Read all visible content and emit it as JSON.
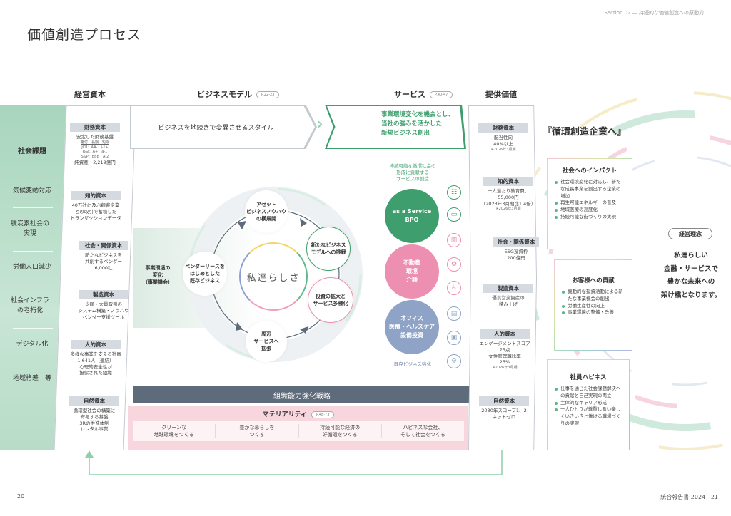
{
  "header": {
    "title": "価値創造プロセス",
    "section": "Section 02 ― 持続的な価値創造への原動力"
  },
  "columns": {
    "capital": "経営資本",
    "business_model": "ビジネスモデル",
    "business_model_page": "P.22-23",
    "service": "サービス",
    "service_page": "P.40-47",
    "value": "提供価値"
  },
  "issues": {
    "heading": "社会課題",
    "items": [
      "気候変動対応",
      "脱炭素社会の実現",
      "労働人口減少",
      "社会インフラの老朽化",
      "デジタル化",
      "地域格差　等"
    ]
  },
  "capitals": [
    {
      "label": "財務資本",
      "lines": [
        "安定した財務基盤"
      ],
      "rating_head": "格付：長期　短期",
      "ratings": [
        "JCR：AA-　J-1+",
        "R&I：A+　a-1",
        "S&P：BBB　A-2"
      ],
      "extra": "純資産　2,219億円"
    },
    {
      "label": "知的資本",
      "lines": [
        "40万社に及ぶ顧客企業",
        "との取引で蓄積した",
        "トランザクションデータ"
      ]
    },
    {
      "label": "社会・関係資本",
      "lines": [
        "新たなビジネスを",
        "共創するベンダー",
        "6,000社"
      ]
    },
    {
      "label": "製造資本",
      "lines": [
        "少額・大量取引の",
        "システム構築・ノウハウ",
        "ベンダー支援ツール"
      ]
    },
    {
      "label": "人的資本",
      "lines": [
        "多様な事業を支える社員",
        "1,641人（連結）",
        "心理的安全性が",
        "担保された組織"
      ]
    },
    {
      "label": "自然資本",
      "lines": [
        "循環型社会の構築に",
        "寄与する基盤",
        "3Rの推進体制",
        "レンタル事業"
      ]
    }
  ],
  "business_model": {
    "arrow_text": "ビジネスを地続きで変異させるスタイル",
    "change_label": [
      "事業環境の",
      "変化",
      "（事業機会）"
    ],
    "center": "私達らしさ",
    "nodes": {
      "top": [
        "アセット",
        "ビジネスノウハウ",
        "の横展開"
      ],
      "right_top": [
        "新たなビジネス",
        "モデルへの挑戦"
      ],
      "right_bottom": [
        "投資の拡大と",
        "サービス多様化"
      ],
      "bottom": [
        "周辺",
        "サービスへ",
        "拡張"
      ],
      "left": [
        "ベンダーリースを",
        "はじめとした",
        "既存ビジネス"
      ]
    }
  },
  "service": {
    "arrow_text": [
      "事業環境変化を機会とし、",
      "当社の強みを活かした",
      "新規ビジネス創出"
    ],
    "intro": [
      "持続可能な循環社会の",
      "形成に貢献する",
      "サービスの創造"
    ],
    "circles": [
      {
        "lines": [
          "as a Service",
          "BPO"
        ],
        "color": "#3f9e6e"
      },
      {
        "lines": [
          "不動産",
          "環境",
          "介護"
        ],
        "color": "#ec8fb0"
      },
      {
        "lines": [
          "オフィス",
          "医療・ヘルスケア",
          "設備投資"
        ],
        "color": "#8fa3c6"
      }
    ],
    "footer": "既存ビジネス強化",
    "icons": [
      "team-icon",
      "monitor-icon",
      "building-icon",
      "hands-plant-icon",
      "wheelchair-icon",
      "office-icon",
      "medical-chart-icon",
      "robot-arm-icon"
    ]
  },
  "values": [
    {
      "label": "財務資本",
      "lines": [
        "配当性向",
        "40%以上"
      ],
      "note": "※2026年3月期"
    },
    {
      "label": "知的資本",
      "lines": [
        "一人当たり教育費：",
        "55,000円",
        "（2023年3月期比1.4倍）"
      ],
      "note": "※2026年3月期"
    },
    {
      "label": "社会・関係資本",
      "lines": [
        "ESG投資枠",
        "200億円"
      ]
    },
    {
      "label": "製造資本",
      "lines": [
        "優良営業資産の",
        "積み上げ"
      ]
    },
    {
      "label": "人的資本",
      "lines": [
        "エンゲージメントスコア",
        "75点",
        "女性管理職比率",
        "25%"
      ],
      "note": "※2026年3月期"
    },
    {
      "label": "自然資本",
      "lines": [
        "2030年スコープ1、2",
        "ネットゼロ"
      ]
    }
  ],
  "vision": {
    "title": "『循環創造企業へ』",
    "impact": {
      "title": "社会へのインパクト",
      "items": [
        "社会環境変化に対応し、新たな成長事業を創出する企業の増加",
        "再生可能エネルギーの普及",
        "地域医療の高度化",
        "持続可能な街づくりの実現"
      ]
    },
    "customer": {
      "title": "お客様への貢献",
      "items": [
        "機動的な投資活動による新たな事業機会の創出",
        "労働生産性の向上",
        "事業環境の整備・改善"
      ]
    },
    "employee": {
      "title": "社員ハピネス",
      "items": [
        "仕事を通じた社会課題解決への貢献と自己実現の両立",
        "主体的なキャリア形成",
        "一人ひとりが尊重しあい楽しくいきいきと働ける職場づくりの実現"
      ]
    }
  },
  "philosophy": {
    "label": "経営理念",
    "lines": [
      "私達らしい",
      "金融・サービスで",
      "豊かな未来への",
      "架け橋となります。"
    ]
  },
  "strategy": {
    "title": "組織能力強化戦略",
    "materiality": "マテリアリティ",
    "materiality_page": "P.48-73",
    "items": [
      [
        "クリーンな",
        "地球環境をつくる"
      ],
      [
        "豊かな暮らしを",
        "つくる"
      ],
      [
        "持続可能な経済の",
        "好循環をつくる"
      ],
      [
        "ハピネスな会社、",
        "そして社会をつくる"
      ]
    ]
  },
  "footer": {
    "left_page": "20",
    "report": "統合報告書 2024",
    "right_page": "21"
  },
  "colors": {
    "green": "#3f9e6e",
    "pink": "#ec8fb0",
    "blue": "#8fa3c6",
    "dark": "#5d6b7a",
    "band": "#b7dcc7"
  }
}
